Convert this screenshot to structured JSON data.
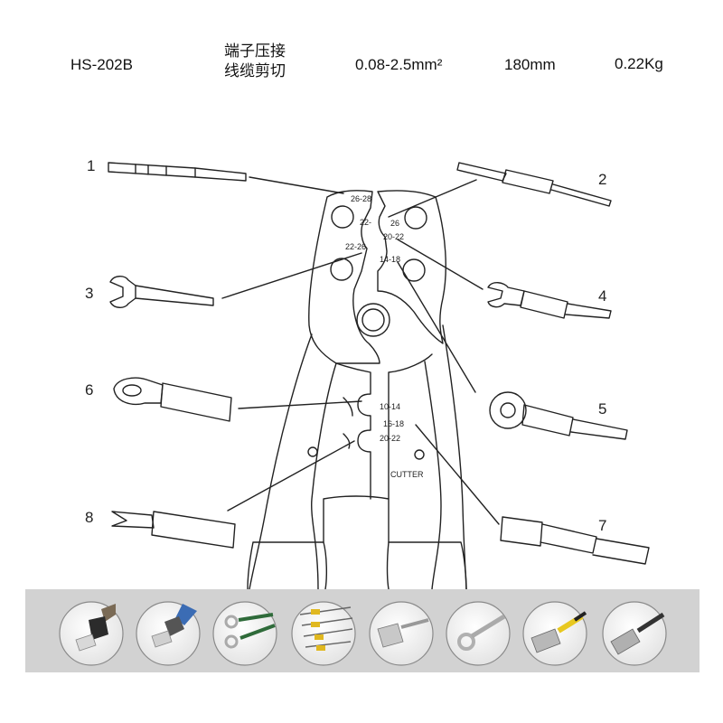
{
  "specs": {
    "model": "HS-202B",
    "function_line1": "端子压接",
    "function_line2": "线缆剪切",
    "wire_range": "0.08-2.5mm²",
    "length": "180mm",
    "weight": "0.22Kg"
  },
  "callouts": [
    "1",
    "2",
    "3",
    "4",
    "5",
    "6",
    "7",
    "8"
  ],
  "die_labels": {
    "top_a": "26-28",
    "top_b": "22-",
    "top_c": "26",
    "top_d": "20-22",
    "top_e": "22-26",
    "top_f": "14-18",
    "bottom_a": "10-14",
    "bottom_b": "16-18",
    "bottom_c": "20-22",
    "cutter": "CUTTER"
  },
  "terminal_photos": [
    {
      "icon": "ferrule-insulated-icon"
    },
    {
      "icon": "ferrule-twin-icon"
    },
    {
      "icon": "ring-terminal-pair-icon"
    },
    {
      "icon": "bullet-connector-set-icon"
    },
    {
      "icon": "spade-female-icon"
    },
    {
      "icon": "ring-terminal-icon"
    },
    {
      "icon": "uhf-connector-icon"
    },
    {
      "icon": "bnc-connector-icon"
    }
  ]
}
